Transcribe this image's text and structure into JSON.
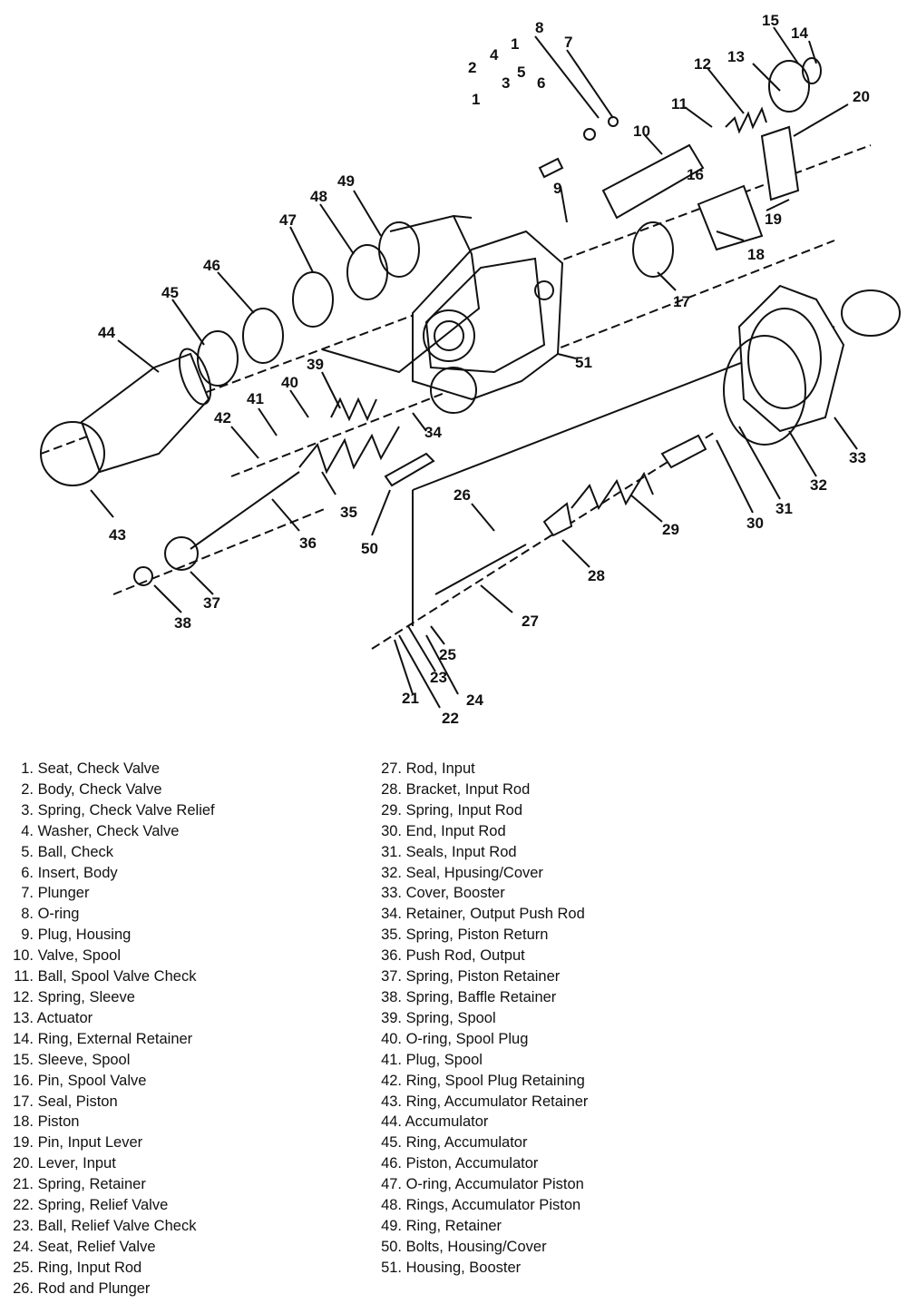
{
  "parts": [
    {
      "no": 1,
      "name": "Seat, Check Valve"
    },
    {
      "no": 2,
      "name": "Body, Check Valve"
    },
    {
      "no": 3,
      "name": "Spring, Check Valve Relief"
    },
    {
      "no": 4,
      "name": "Washer, Check Valve"
    },
    {
      "no": 5,
      "name": "Ball, Check"
    },
    {
      "no": 6,
      "name": "Insert, Body"
    },
    {
      "no": 7,
      "name": "Plunger"
    },
    {
      "no": 8,
      "name": "O-ring"
    },
    {
      "no": 9,
      "name": "Plug, Housing"
    },
    {
      "no": 10,
      "name": "Valve, Spool"
    },
    {
      "no": 11,
      "name": "Ball, Spool Valve Check"
    },
    {
      "no": 12,
      "name": "Spring, Sleeve"
    },
    {
      "no": 13,
      "name": "Actuator"
    },
    {
      "no": 14,
      "name": "Ring, External Retainer"
    },
    {
      "no": 15,
      "name": "Sleeve, Spool"
    },
    {
      "no": 16,
      "name": "Pin, Spool Valve"
    },
    {
      "no": 17,
      "name": "Seal, Piston"
    },
    {
      "no": 18,
      "name": "Piston"
    },
    {
      "no": 19,
      "name": "Pin, Input Lever"
    },
    {
      "no": 20,
      "name": "Lever, Input"
    },
    {
      "no": 21,
      "name": "Spring, Retainer"
    },
    {
      "no": 22,
      "name": "Spring, Relief Valve"
    },
    {
      "no": 23,
      "name": "Ball, Relief Valve Check"
    },
    {
      "no": 24,
      "name": "Seat, Relief Valve"
    },
    {
      "no": 25,
      "name": "Ring, Input Rod"
    },
    {
      "no": 26,
      "name": "Rod and Plunger"
    },
    {
      "no": 27,
      "name": "Rod, Input"
    },
    {
      "no": 28,
      "name": "Bracket, Input Rod"
    },
    {
      "no": 29,
      "name": "Spring, Input Rod"
    },
    {
      "no": 30,
      "name": "End, Input Rod"
    },
    {
      "no": 31,
      "name": "Seals, Input Rod"
    },
    {
      "no": 32,
      "name": "Seal, Hpusing/Cover"
    },
    {
      "no": 33,
      "name": "Cover, Booster"
    },
    {
      "no": 34,
      "name": "Retainer, Output Push Rod"
    },
    {
      "no": 35,
      "name": "Spring, Piston Return"
    },
    {
      "no": 36,
      "name": "Push Rod, Output"
    },
    {
      "no": 37,
      "name": "Spring, Piston Retainer"
    },
    {
      "no": 38,
      "name": "Spring, Baffle Retainer"
    },
    {
      "no": 39,
      "name": "Spring, Spool"
    },
    {
      "no": 40,
      "name": "O-ring, Spool Plug"
    },
    {
      "no": 41,
      "name": "Plug, Spool"
    },
    {
      "no": 42,
      "name": "Ring, Spool Plug Retaining"
    },
    {
      "no": 43,
      "name": "Ring, Accumulator Retainer"
    },
    {
      "no": 44,
      "name": "Accumulator"
    },
    {
      "no": 45,
      "name": "Ring, Accumulator"
    },
    {
      "no": 46,
      "name": "Piston, Accumulator"
    },
    {
      "no": 47,
      "name": "O-ring, Accumulator Piston"
    },
    {
      "no": 48,
      "name": "Rings, Accumulator Piston"
    },
    {
      "no": 49,
      "name": "Ring, Retainer"
    },
    {
      "no": 50,
      "name": "Bolts, Housing/Cover"
    },
    {
      "no": 51,
      "name": "Housing, Booster"
    }
  ],
  "callouts": [
    "8",
    "7",
    "15",
    "14",
    "13",
    "4",
    "1",
    "6",
    "2",
    "5",
    "3",
    "1",
    "12",
    "20",
    "11",
    "10",
    "16",
    "9",
    "19",
    "18",
    "17",
    "49",
    "48",
    "47",
    "46",
    "45",
    "44",
    "51",
    "39",
    "40",
    "41",
    "42",
    "34",
    "43",
    "35",
    "36",
    "50",
    "26",
    "29",
    "28",
    "27",
    "25",
    "23",
    "24",
    "21",
    "22",
    "38",
    "37",
    "33",
    "32",
    "31",
    "30"
  ]
}
